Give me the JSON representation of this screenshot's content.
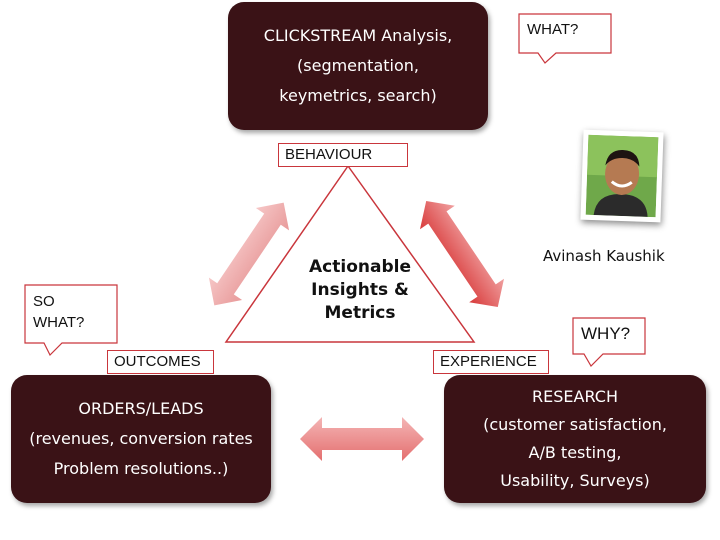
{
  "boxes": {
    "behaviour": {
      "lines": [
        "CLICKSTREAM Analysis,",
        "(segmentation,",
        "keymetrics, search)"
      ]
    },
    "outcomes": {
      "lines": [
        "ORDERS/LEADS",
        "(revenues, conversion rates",
        "Problem resolutions..)"
      ]
    },
    "experience": {
      "lines": [
        "RESEARCH",
        "(customer satisfaction,",
        "A/B testing,",
        "Usability, Surveys)"
      ]
    }
  },
  "tags": {
    "behaviour": "BEHAVIOUR",
    "outcomes": "OUTCOMES",
    "experience": "EXPERIENCE"
  },
  "callouts": {
    "what": "WHAT?",
    "so_what_line1": "SO",
    "so_what_line2": "WHAT?",
    "why": "WHY?"
  },
  "center": {
    "line1": "Actionable",
    "line2": "Insights &",
    "line3": "Metrics"
  },
  "person": {
    "name": "Avinash Kaushik"
  },
  "colors": {
    "box_fill": "#3a1216",
    "outline_red": "#c9363c",
    "arrow_light": "#f2b1b1",
    "arrow_dark": "#d94a4a"
  }
}
